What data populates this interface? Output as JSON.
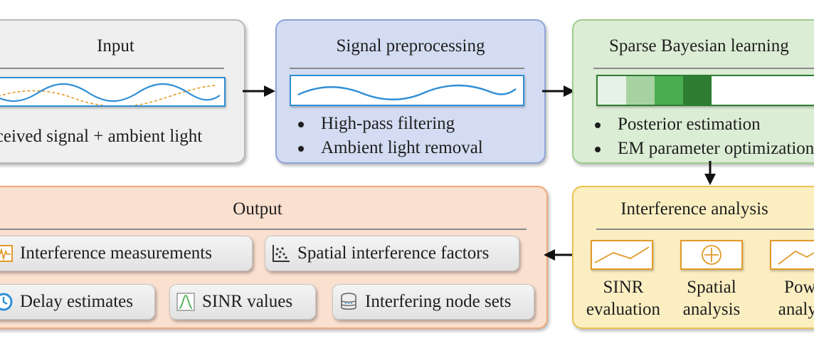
{
  "input": {
    "title": "Input",
    "caption": "Received signal + ambient light"
  },
  "preprocessing": {
    "title": "Signal preprocessing",
    "bullets": [
      "High-pass filtering",
      "Ambient light removal"
    ]
  },
  "sbl": {
    "title": "Sparse Bayesian learning",
    "bullets": [
      "Posterior estimation",
      "EM parameter optimization"
    ],
    "bar_colors": [
      "#e6f2e6",
      "#a7d3a3",
      "#4aae51",
      "#2e7d32",
      "#ffffff"
    ]
  },
  "interference": {
    "title": "Interference analysis",
    "items": [
      {
        "icon": "line-chart-icon",
        "label_line1": "SINR",
        "label_line2": "evaluation"
      },
      {
        "icon": "crosshair-icon",
        "label_line1": "Spatial",
        "label_line2": "analysis"
      },
      {
        "icon": "trend-chart-icon",
        "label_line1": "Power",
        "label_line2": "analysis"
      }
    ]
  },
  "output": {
    "title": "Output",
    "chips": [
      {
        "icon": "waveform-icon",
        "label": "Interference measurements"
      },
      {
        "icon": "scatter-plot-icon",
        "label": "Spatial interference factors"
      },
      {
        "icon": "clock-icon",
        "label": "Delay estimates"
      },
      {
        "icon": "curve-icon",
        "label": "SINR values"
      },
      {
        "icon": "database-icon",
        "label": "Interfering node sets"
      }
    ]
  },
  "colors": {
    "input_fill": "#efefef",
    "input_border": "#b9b9b9",
    "preprocessing_fill": "#d3dcf2",
    "preprocessing_border": "#8ea3d8",
    "sbl_fill": "#dcedd5",
    "sbl_border": "#9fcd8e",
    "interference_fill": "#fbefc2",
    "interference_border": "#e9c451",
    "output_fill": "#fae0cf",
    "output_border": "#f0a97b",
    "wave_blue": "#2f8fd6",
    "accent_orange": "#e29a2a"
  }
}
